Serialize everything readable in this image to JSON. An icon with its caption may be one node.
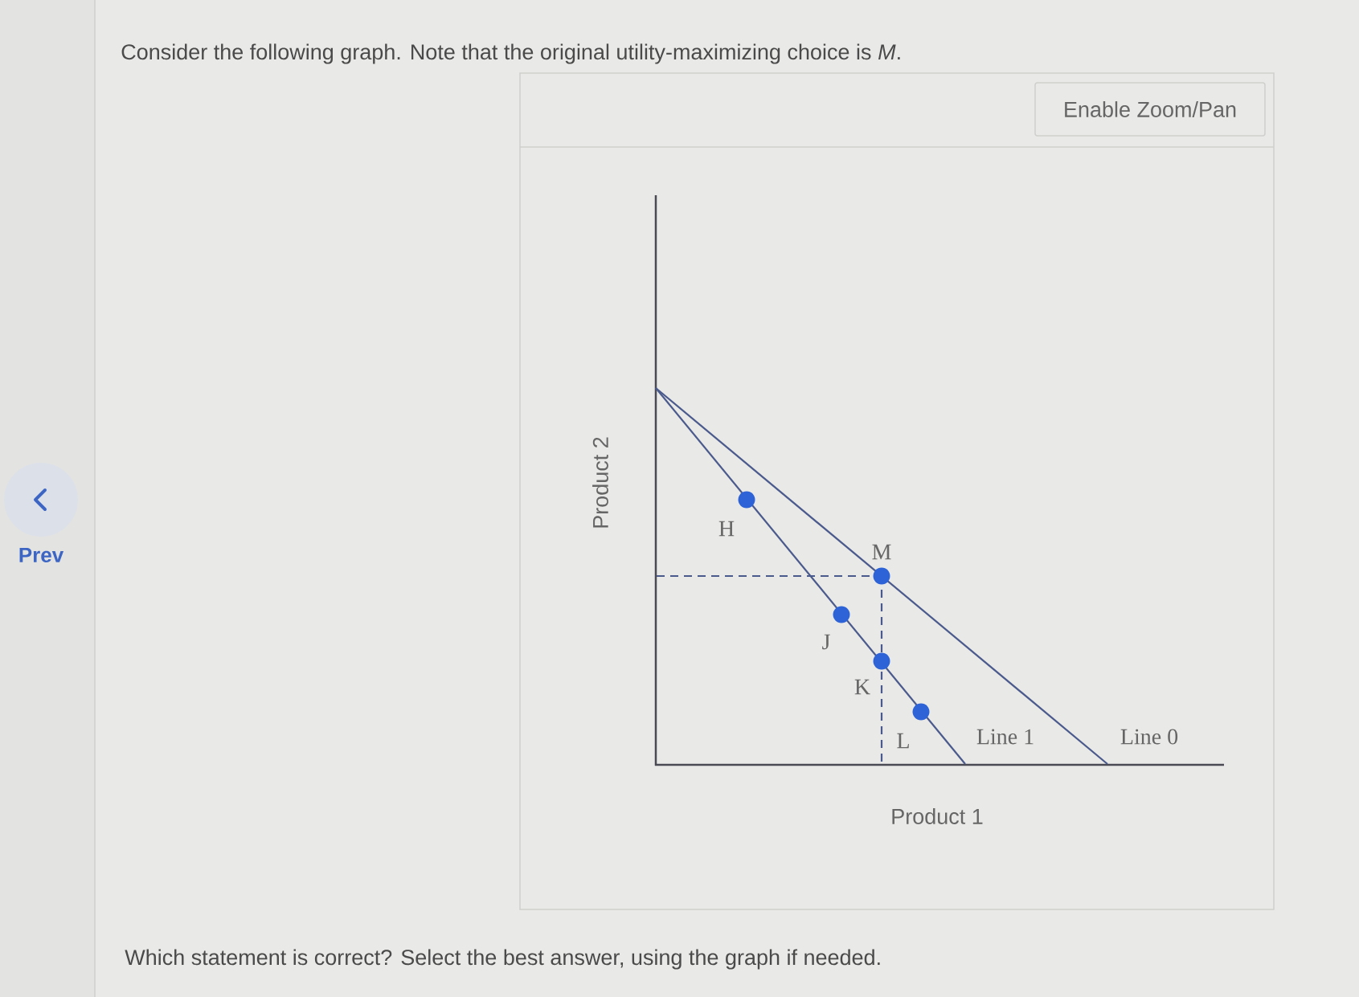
{
  "diagram": {
    "title": "Consider the following graph. Note that the original utility-maximizing choice is *M*.",
    "caption": "Which statement is correct? Select the best answer, using the graph if needed.",
    "nodes": [
      {
        "text": [
          "Prev"
        ]
      },
      {
        "text": [
          "Enable Zoom/Pan"
        ]
      }
    ],
    "labels": [
      "Product 2",
      "H",
      "M",
      "J",
      "K",
      "L",
      "Line 1",
      "Line 0",
      "Product 1"
    ]
  }
}
